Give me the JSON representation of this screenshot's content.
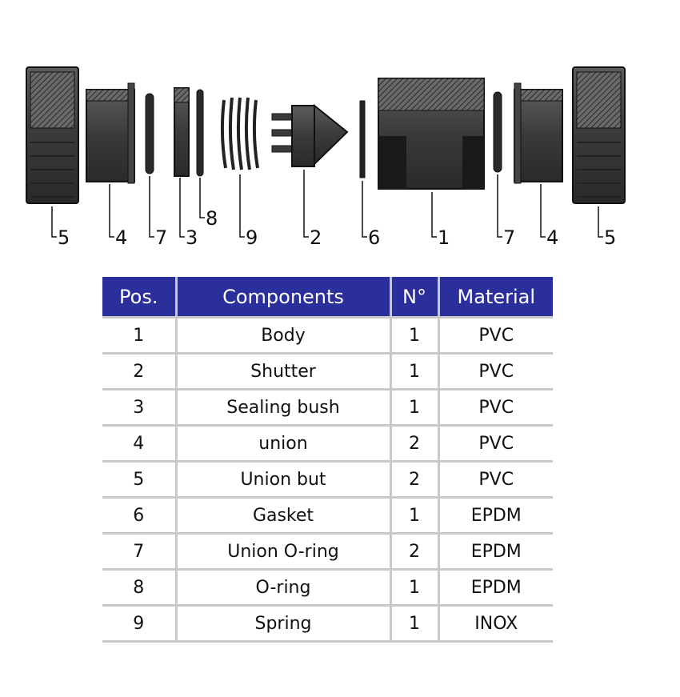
{
  "callouts": [
    "5",
    "4",
    "7",
    "3",
    "8",
    "9",
    "2",
    "6",
    "1",
    "7",
    "4",
    "5"
  ],
  "table": {
    "headers": [
      "Pos.",
      "Components",
      "N°",
      "Material"
    ],
    "rows": [
      [
        "1",
        "Body",
        "1",
        "PVC"
      ],
      [
        "2",
        "Shutter",
        "1",
        "PVC"
      ],
      [
        "3",
        "Sealing bush",
        "1",
        "PVC"
      ],
      [
        "4",
        "union",
        "2",
        "PVC"
      ],
      [
        "5",
        "Union but",
        "2",
        "PVC"
      ],
      [
        "6",
        "Gasket",
        "1",
        "EPDM"
      ],
      [
        "7",
        "Union O-ring",
        "2",
        "EPDM"
      ],
      [
        "8",
        "O-ring",
        "1",
        "EPDM"
      ],
      [
        "9",
        "Spring",
        "1",
        "INOX"
      ]
    ]
  },
  "colors": {
    "header_bg": "#2b2f9c",
    "part_dark": "#3a3a3a",
    "part_mid": "#5a5a5a",
    "rule": "#c9c9c9"
  }
}
